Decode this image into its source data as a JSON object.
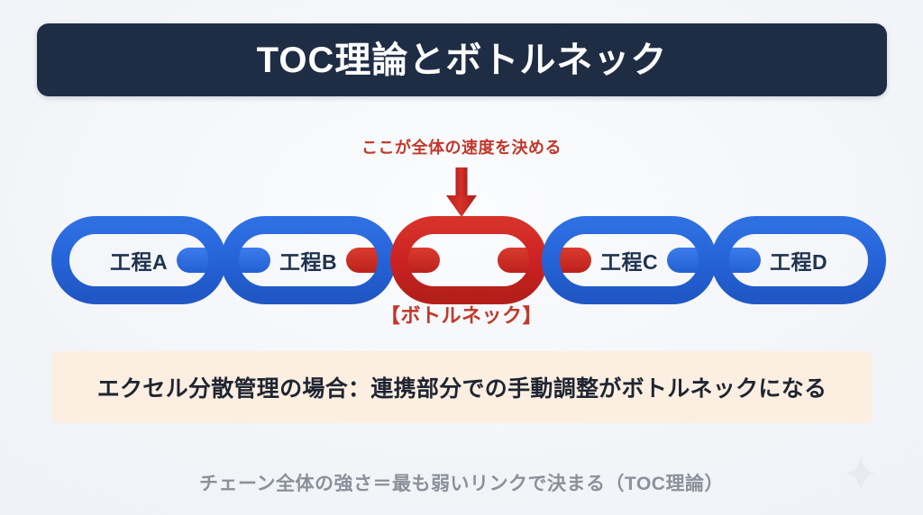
{
  "slide": {
    "title": "TOC理論とボトルネック",
    "background_color": "#f2f4f8"
  },
  "annotation": {
    "text": "ここが全体の速度を決める",
    "color": "#c0392b",
    "arrow_icon": "arrow-down-icon"
  },
  "chain": {
    "links": [
      {
        "label": "工程A",
        "color": "#2563d9",
        "state": "normal"
      },
      {
        "label": "工程B",
        "color": "#2563d9",
        "state": "normal"
      },
      {
        "label": "",
        "color": "#cc2222",
        "state": "bottleneck"
      },
      {
        "label": "工程C",
        "color": "#2563d9",
        "state": "normal"
      },
      {
        "label": "工程D",
        "color": "#2563d9",
        "state": "normal"
      }
    ],
    "connectors": [
      {
        "color": "#2f6fe0"
      },
      {
        "color": "#cc2222"
      },
      {
        "color": "#cc2222"
      },
      {
        "color": "#2f6fe0"
      }
    ],
    "bottleneck_label": "【ボトルネック】",
    "label_text_color": "#1f3350"
  },
  "callout": {
    "text": "エクセル分散管理の場合：連携部分での手動調整がボトルネックになる",
    "background_color": "#fcefe1",
    "text_color": "#1f2532"
  },
  "footer": {
    "text": "チェーン全体の強さ＝最も弱いリンクで決まる（TOC理論）",
    "color": "#8b919b"
  },
  "decoration": {
    "sparkle_icon": "sparkle-icon"
  }
}
